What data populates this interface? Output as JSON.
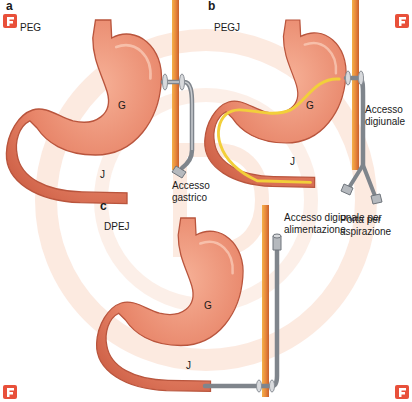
{
  "diagram": {
    "labels": [
      "a",
      "PEG",
      "G",
      "J",
      "Accesso gastrico",
      "b",
      "PEGJ",
      "G",
      "J",
      "Accesso digiunale",
      "Porta per aspirazione",
      "c",
      "DPEJ",
      "Accesso digiunale per alimentazione",
      "G",
      "J"
    ]
  }
}
